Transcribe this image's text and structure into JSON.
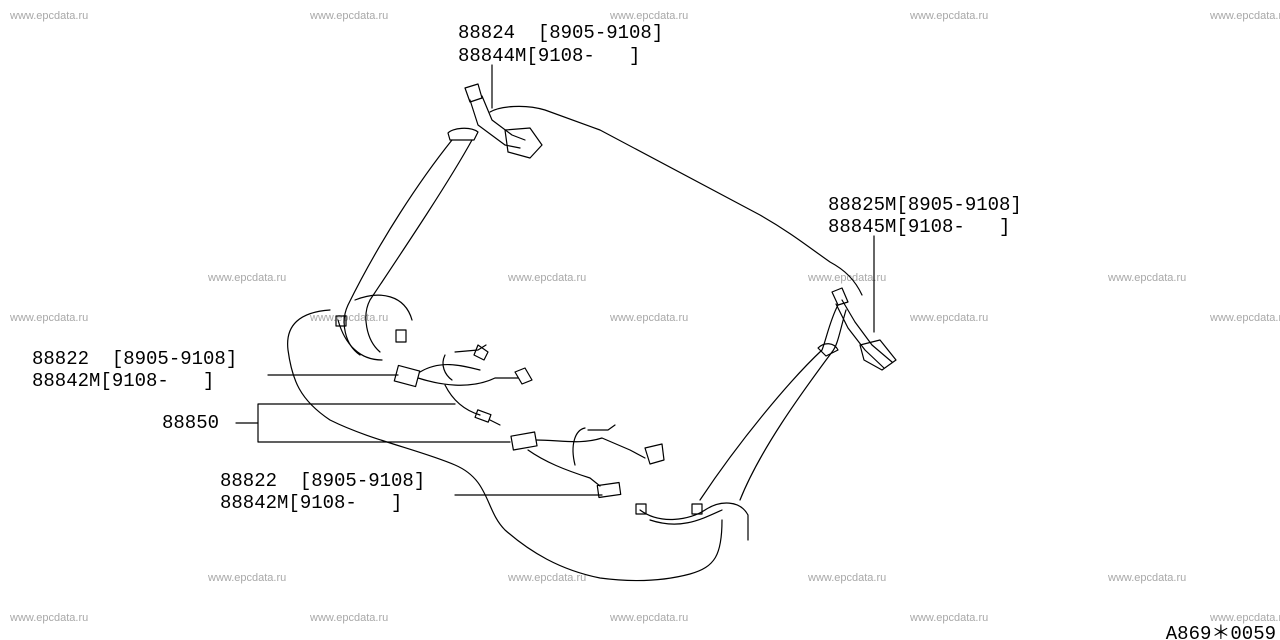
{
  "watermark": "www.epcdata.ru",
  "labels": {
    "part_88824": "88824  [8905-9108]",
    "part_88844m": "88844M[9108-   ]",
    "part_88825m": "88825M[8905-9108]",
    "part_88845m": "88845M[9108-   ]",
    "part_88822_upper": "88822  [8905-9108]",
    "part_88842m_upper": "88842M[9108-   ]",
    "part_88850": "88850",
    "part_88822_lower": "88822  [8905-9108]",
    "part_88842m_lower": "88842M[9108-   ]"
  },
  "figure_code": "A869＊0059"
}
